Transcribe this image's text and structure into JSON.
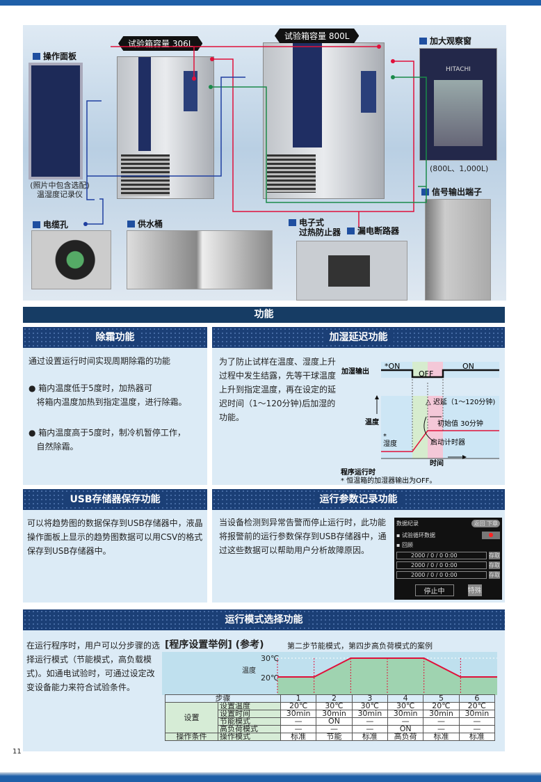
{
  "photo": {
    "tag_306": "试验箱容量 306L",
    "tag_800": "试验箱容量 800L",
    "control_panel": "操作面板",
    "recorder_note_1": "(照片中包含选配)",
    "recorder_note_2": "温湿度记录仪",
    "window": "加大观察窗",
    "window_note": "(800L、1,000L)",
    "signal": "信号输出端子",
    "cable": "电缆孔",
    "water": "供水桶",
    "overheat_1": "电子式",
    "overheat_2": "过热防止器",
    "breaker": "漏电断路器",
    "hitachi": "HITACHI"
  },
  "banner": "功能",
  "defrost": {
    "title": "除霜功能",
    "intro": "通过设置运行时间实现周期除霜的功能",
    "bullets": [
      [
        "箱内温度低于5度时，加热器可",
        "将箱内温度加热到指定温度，进行除霜。"
      ],
      [
        "箱内温度高于5度时，制冷机暂停工作，",
        "自然除霜。"
      ]
    ]
  },
  "humid": {
    "title": "加湿延迟功能",
    "text": "为了防止试样在温度、湿度上升过程中发生结露，先等干球温度上升到指定温度，再在设定的延迟时间（1～120分钟)后加湿的功能。",
    "diagram": {
      "output": "加湿输出",
      "on1": "*ON",
      "off": "OFF",
      "on2": "ON",
      "delay": "△ 迟延（1～120分钟)",
      "temp": "温度",
      "humidity_1": "*",
      "humidity_2": "湿度",
      "initial": "初始值  30分钟",
      "timer": "启动计时器",
      "time": "时间",
      "program": "程序运行时",
      "note": "* 恒温箱的加湿器输出为OFF。"
    }
  },
  "usb": {
    "title": "USB存储器保存功能",
    "text": "可以将趋势图的数据保存到USB存储器中，液晶操作面板上显示的趋势图数据可以用CSV的格式保存到USB存储器中。"
  },
  "record": {
    "title": "运行参数记录功能",
    "text": "当设备检测到异常告警而停止运行时，此功能将报警前的运行参数保存到USB存储器中，通过这些数据可以帮助用户分析故障原因。",
    "screen": {
      "tab": "数据纪录",
      "btn": "返回 下章",
      "item1": "试验循环数据",
      "item2": "回顾",
      "rows": [
        "2000 / 0 / 0    0:00",
        "2000 / 0 / 0    0:00",
        "2000 / 0 / 0    0:00"
      ],
      "save": "存取",
      "status": "停止中",
      "special": "特殊"
    }
  },
  "mode": {
    "title": "运行模式选择功能",
    "text": "在运行程序时，用户可以分步骤的选择运行模式（节能模式，高负载模式)。如通电试验时，可通过设定改变设备能力来符合试验条件。",
    "example_title": "[程序设置举例] (参考)",
    "example_sub": "第二步节能模式，第四步高负荷模式的案例",
    "y_label": "温度",
    "y_high": "30℃",
    "y_low": "20℃",
    "table": {
      "step_label": "步骤",
      "setting": "设置",
      "cond": "操作条件",
      "rows": [
        "设置温度",
        "设置时间",
        "节能模式",
        "高负荷模式",
        "操作模式"
      ],
      "steps": [
        {
          "n": "1",
          "temp": "20℃",
          "time": "30min",
          "eco": "—",
          "high": "—",
          "mode": "标准",
          "t": 20
        },
        {
          "n": "2",
          "temp": "30℃",
          "time": "30min",
          "eco": "ON",
          "high": "—",
          "mode": "节能",
          "t": 30
        },
        {
          "n": "3",
          "temp": "30℃",
          "time": "30min",
          "eco": "—",
          "high": "—",
          "mode": "标准",
          "t": 30
        },
        {
          "n": "4",
          "temp": "30℃",
          "time": "30min",
          "eco": "—",
          "high": "ON",
          "mode": "高负荷",
          "t": 30
        },
        {
          "n": "5",
          "temp": "20℃",
          "time": "30min",
          "eco": "—",
          "high": "—",
          "mode": "标准",
          "t": 20
        },
        {
          "n": "6",
          "temp": "20℃",
          "time": "30min",
          "eco": "—",
          "high": "—",
          "mode": "标准",
          "t": 20
        }
      ]
    }
  },
  "page_number": "11",
  "colors": {
    "navy": "#1b3f76",
    "red": "#e0103a",
    "green": "#1a8a4a",
    "blue": "#1f3fa0"
  }
}
